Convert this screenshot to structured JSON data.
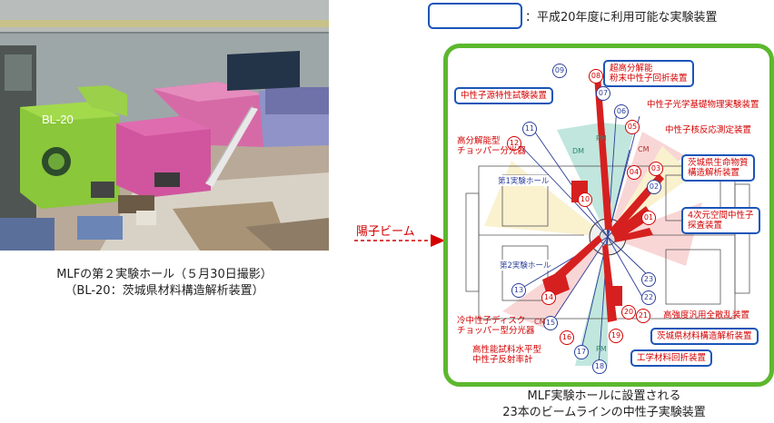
{
  "photo": {
    "marker": "BL-20",
    "caption_line1": "MLFの第２実験ホール（５月30日撮影）",
    "caption_line2": "（BL-20：茨城県材料構造解析装置）"
  },
  "legend": {
    "text": "：平成20年度に利用可能な実験装置"
  },
  "proton_beam": {
    "label": "陽子ビーム"
  },
  "diagram": {
    "hall1_label": "第1実験ホール",
    "hall2_label": "第2実験ホール",
    "sector_labels": {
      "dm": "DM",
      "pm_top": "PM",
      "cm_upper": "CM",
      "cm_lower": "CM",
      "pm_bottom": "PM"
    },
    "beamline_numbers": [
      "01",
      "02",
      "03",
      "04",
      "05",
      "06",
      "07",
      "08",
      "09",
      "10",
      "11",
      "12",
      "13",
      "14",
      "15",
      "16",
      "17",
      "18",
      "19",
      "20",
      "21",
      "22",
      "23"
    ],
    "instruments": [
      {
        "text_line1": "超高分解能",
        "text_line2": "粉末中性子回折装置",
        "available": true
      },
      {
        "text_line1": "中性子源特性試験装置",
        "available": true
      },
      {
        "text_line1": "中性子光学基礎物理実験装置",
        "available": false
      },
      {
        "text_line1": "中性子核反応測定装置",
        "available": false
      },
      {
        "text_line1": "高分解能型",
        "text_line2": "チョッパー分光器",
        "available": false
      },
      {
        "text_line1": "茨城県生命物質",
        "text_line2": "構造解析装置",
        "available": true
      },
      {
        "text_line1": "4次元空間中性子",
        "text_line2": "探査装置",
        "available": true
      },
      {
        "text_line1": "高強度汎用全散乱装置",
        "available": false
      },
      {
        "text_line1": "冷中性子ディスク",
        "text_line2": "チョッパー型分光器",
        "available": false
      },
      {
        "text_line1": "茨城県材料構造解析装置",
        "available": true
      },
      {
        "text_line1": "高性能試料水平型",
        "text_line2": "中性子反射率計",
        "available": false
      },
      {
        "text_line1": "工学材料回折装置",
        "available": true
      }
    ],
    "caption_line1": "MLF実験ホールに設置される",
    "caption_line2": "23本のビームラインの中性子実験装置"
  },
  "colors": {
    "frame_green": "#5cb82e",
    "label_red": "#d40000",
    "highlight_blue": "#1a55b8",
    "beam_red": "#d62020"
  }
}
